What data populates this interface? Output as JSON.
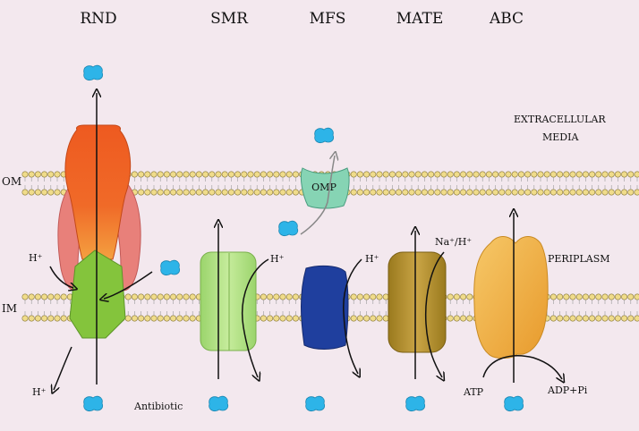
{
  "families": {
    "rnd": "RND",
    "smr": "SMR",
    "mfs": "MFS",
    "mate": "MATE",
    "abc": "ABC"
  },
  "labels": {
    "om": "OM",
    "im": "IM",
    "extracellular_line1": "EXTRACELLULAR",
    "extracellular_line2": "MEDIA",
    "periplasm": "PERIPLASM",
    "omp": "OMP",
    "antibiotic": "Antibiotic",
    "h_plus": "H⁺",
    "na_h": "Na⁺/H⁺",
    "atp": "ATP",
    "adp_pi": "ADP+Pi"
  },
  "colors": {
    "background": "#f3e8ee",
    "lipid_head": "#f0dc8a",
    "rnd_top": "#ee5a20",
    "rnd_mid": "#f08a30",
    "rnd_arms": "#e8807a",
    "rnd_base": "#84c43c",
    "smr": "#a9dc7c",
    "mfs": "#1f3f9e",
    "mate": "#b28e2a",
    "abc": "#f1b040",
    "omp": "#86d4b4",
    "antibiotic": "#2db4e8"
  },
  "icons": [
    "antibiotic-molecule-icon",
    "arrow-icon"
  ]
}
